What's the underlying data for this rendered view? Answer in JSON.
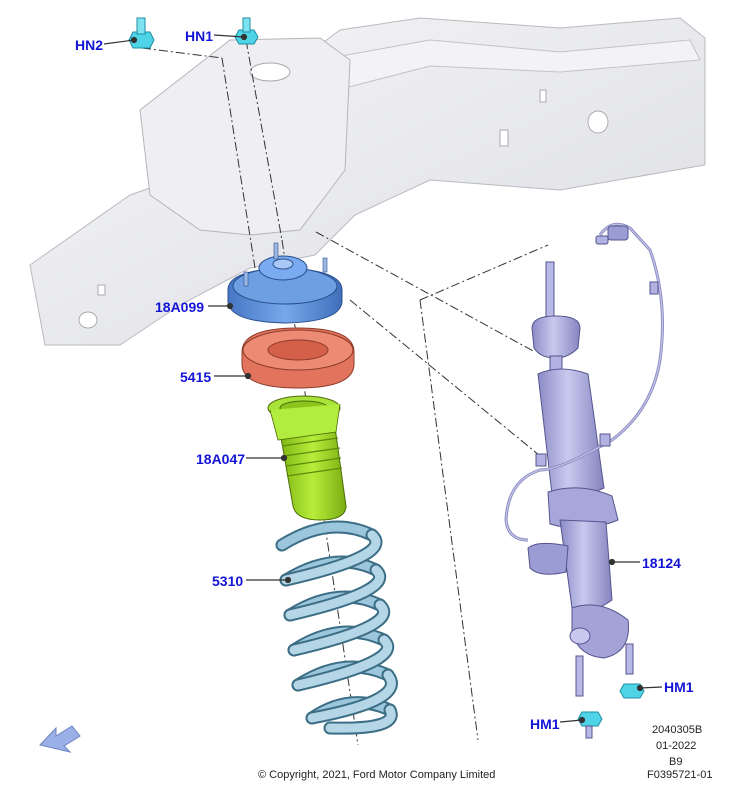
{
  "callouts": {
    "hn2": "HN2",
    "hn1": "HN1",
    "top_mount": "18A099",
    "insulator": "5415",
    "bump_stop": "18A047",
    "spring": "5310",
    "strut": "18124",
    "hm1_right": "HM1",
    "hm1_bottom": "HM1"
  },
  "meta": {
    "diagram_number": "2040305B",
    "date": "01-2022",
    "revision": "B9",
    "copyright": "© Copyright, 2021, Ford Motor Company Limited",
    "figure_id": "F0395721-01"
  },
  "colors": {
    "callout_text": "#1414d6",
    "frame": "#e9eaee",
    "top_mount": "#5b8fd6",
    "insulator": "#e2735c",
    "bump_stop": "#9cd321",
    "spring": "#8ab4cc",
    "strut": "#a3a3d8",
    "nut": "#4fd3e6",
    "direction_arrow": "#9ab0e6"
  }
}
